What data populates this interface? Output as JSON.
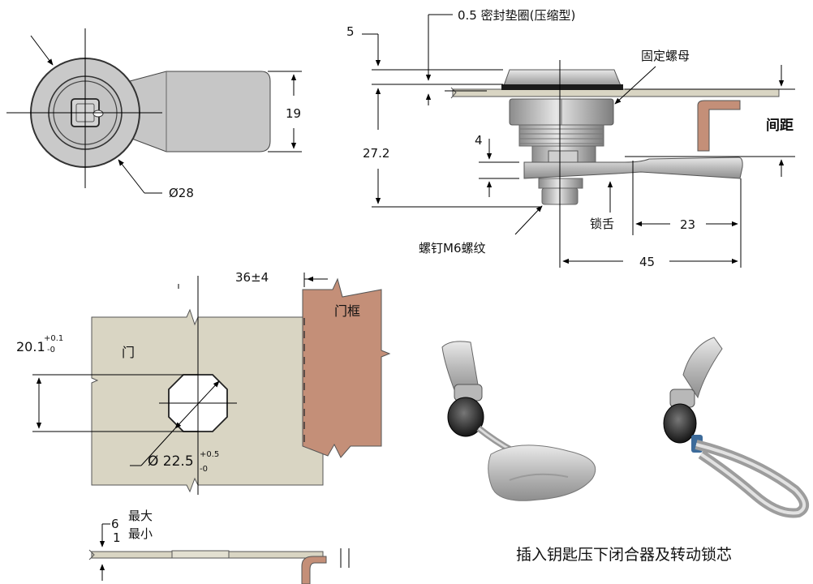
{
  "front_view": {
    "diameter": "Ø28",
    "height": "19"
  },
  "side_view": {
    "seal_label": "0.5 密封垫圈(压缩型)",
    "dim_5": "5",
    "nut_label": "固定螺母",
    "gap_label": "间距",
    "dim_27_2": "27.2",
    "dim_4": "4",
    "screw_label": "螺钉M6螺纹",
    "tongue_label": "锁舌",
    "dim_23": "23",
    "dim_45": "45"
  },
  "cutout_view": {
    "offset": "36±4",
    "frame_label": "门框",
    "door_label": "门",
    "height_main": "20.1",
    "height_tol_plus": "+0.1",
    "height_tol_minus": "-0",
    "hole_main": "Ø 22.5",
    "hole_tol_plus": "+0.5",
    "hole_tol_minus": "-0"
  },
  "thickness_view": {
    "max_value": "6",
    "max_label": "最大",
    "min_value": "1",
    "min_label": "最小"
  },
  "photo": {
    "caption": "插入钥匙压下闭合器及转动锁芯"
  }
}
